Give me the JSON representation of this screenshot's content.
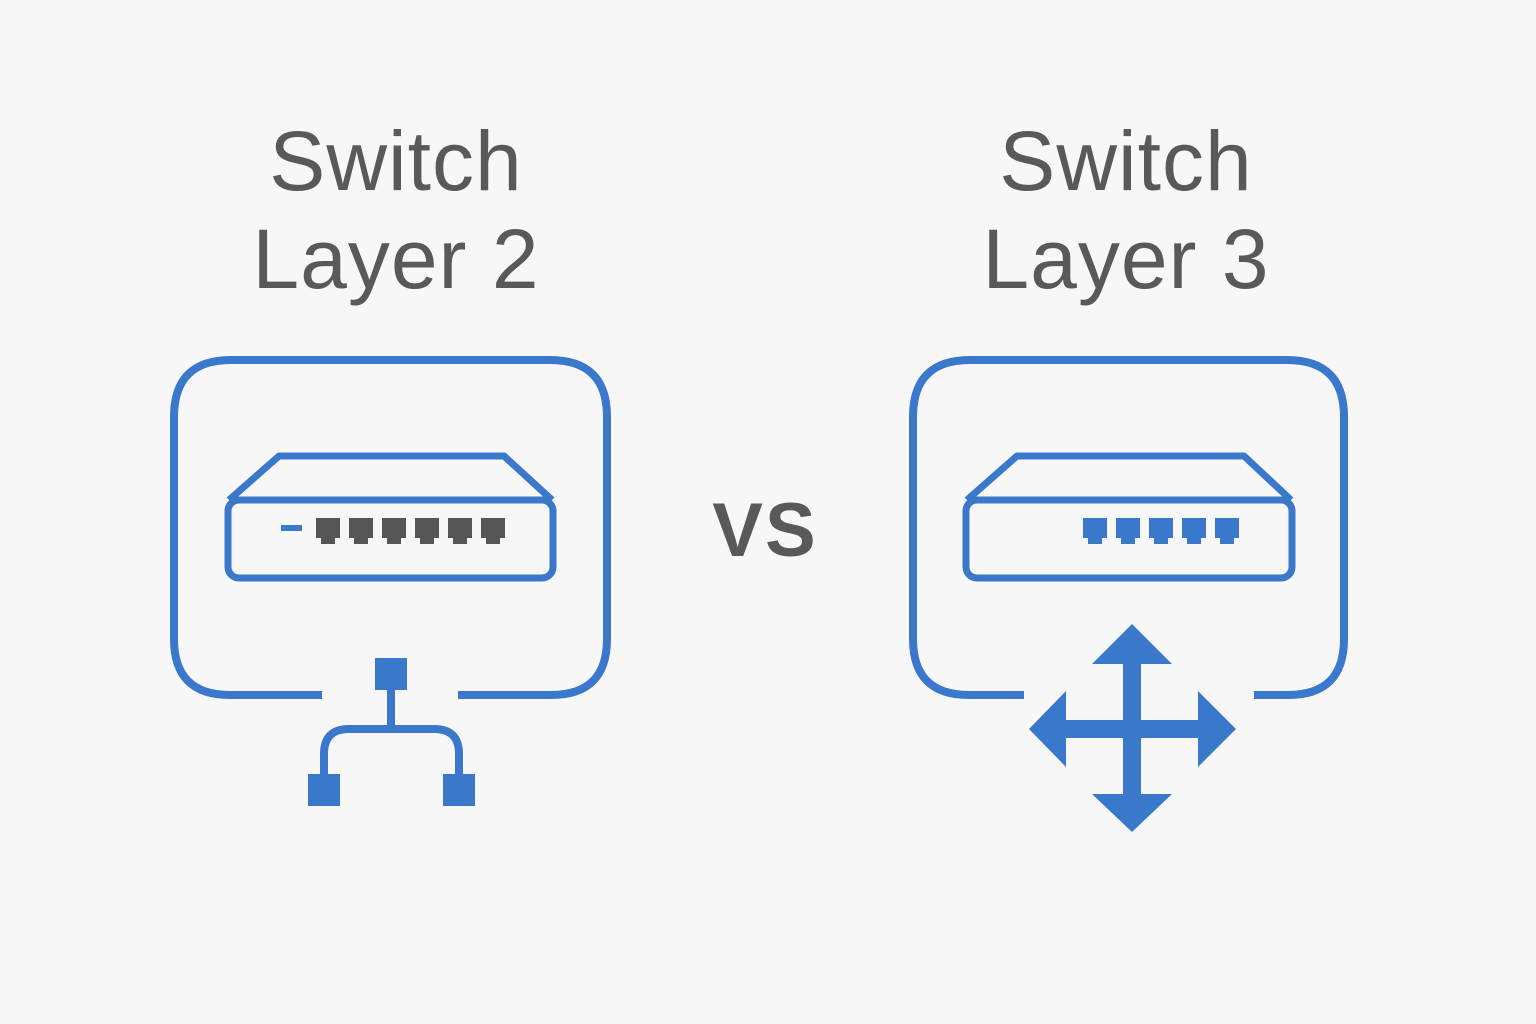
{
  "left": {
    "title_line1": "Switch",
    "title_line2": "Layer 2"
  },
  "separator": "VS",
  "right": {
    "title_line1": "Switch",
    "title_line2": "Layer 3"
  },
  "icons": {
    "left_device": "network-switch-icon",
    "left_connector": "branch-connector-icon",
    "right_device": "network-switch-icon",
    "right_connector": "four-way-arrows-icon"
  },
  "colors": {
    "accent": "#3a78cc",
    "text": "#595959",
    "port_left": "#555555",
    "port_right": "#3a78cc",
    "background": "#f7f7f7"
  }
}
